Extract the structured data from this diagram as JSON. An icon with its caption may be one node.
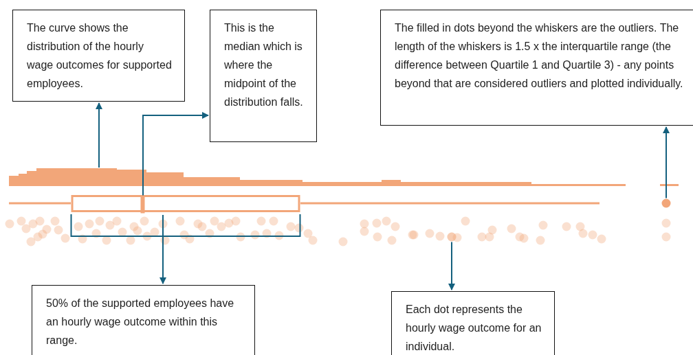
{
  "diagram": {
    "nodes": [
      {
        "text": [
          "The curve shows the distribution of the hourly wage outcomes for supported employees."
        ]
      },
      {
        "text": [
          "This is the median which is where the midpoint of the distribution falls."
        ]
      },
      {
        "text": [
          "The filled in dots beyond the whiskers are the outliers. The length of the whiskers is 1.5 x the interquartile range (the difference between Quartile 1 and Quartile 3) - any points beyond that are considered outliers and plotted individually."
        ]
      },
      {
        "text": [],
        "shape": "curve"
      },
      {
        "text": [],
        "shape": "bar",
        "in": 5
      },
      {
        "text": [],
        "shape": "box"
      },
      {
        "text": [],
        "shape": "circle"
      },
      {
        "text": [],
        "shape": "circle"
      },
      {
        "text": [
          "50% of the supported employees have an hourly wage outcome within this range."
        ]
      },
      {
        "text": [
          "Each dot represents the hourly wage outcome for an individual."
        ]
      }
    ],
    "edges": [
      {
        "from": 3,
        "to": 0,
        "arrow": "to"
      },
      {
        "from": 4,
        "to": 1,
        "arrow": "to"
      },
      {
        "from": 5,
        "to": 8,
        "arrow": "to"
      },
      {
        "from": 6,
        "to": 9,
        "arrow": "to"
      },
      {
        "from": 7,
        "to": 2,
        "arrow": "to"
      }
    ]
  }
}
